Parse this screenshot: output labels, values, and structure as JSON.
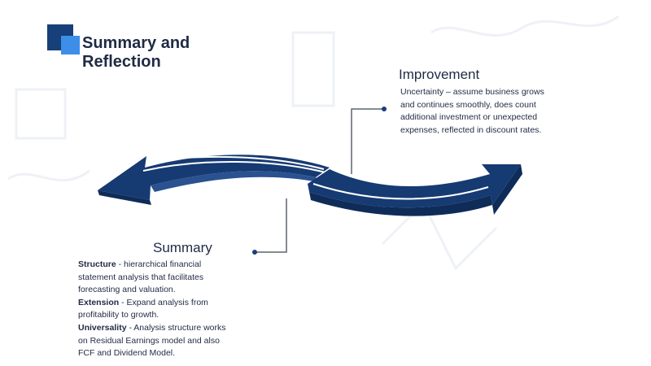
{
  "slide": {
    "title": "Summary and Reflection",
    "colors": {
      "navy": "#173f7a",
      "accent_blue": "#3d8ee8",
      "arrow": "#163a72",
      "text": "#1f2a44"
    }
  },
  "improvement": {
    "heading": "Improvement",
    "text": "Uncertainty – assume business grows and continues smoothly, does count additional investment or unexpected expenses, reflected in discount rates."
  },
  "summary": {
    "heading": "Summary",
    "items": [
      {
        "term": "Structure",
        "sep": " - ",
        "text": "hierarchical financial statement analysis that facilitates forecasting and valuation."
      },
      {
        "term": "Extension",
        "sep": " - ",
        "text": "Expand analysis from profitability  to  growth."
      },
      {
        "term": "Universality",
        "sep": " - ",
        "text": "Analysis structure works on Residual Earnings model and also FCF and Dividend Model."
      }
    ]
  },
  "graphic": {
    "icon": "double-headed-wave-arrow-icon"
  }
}
